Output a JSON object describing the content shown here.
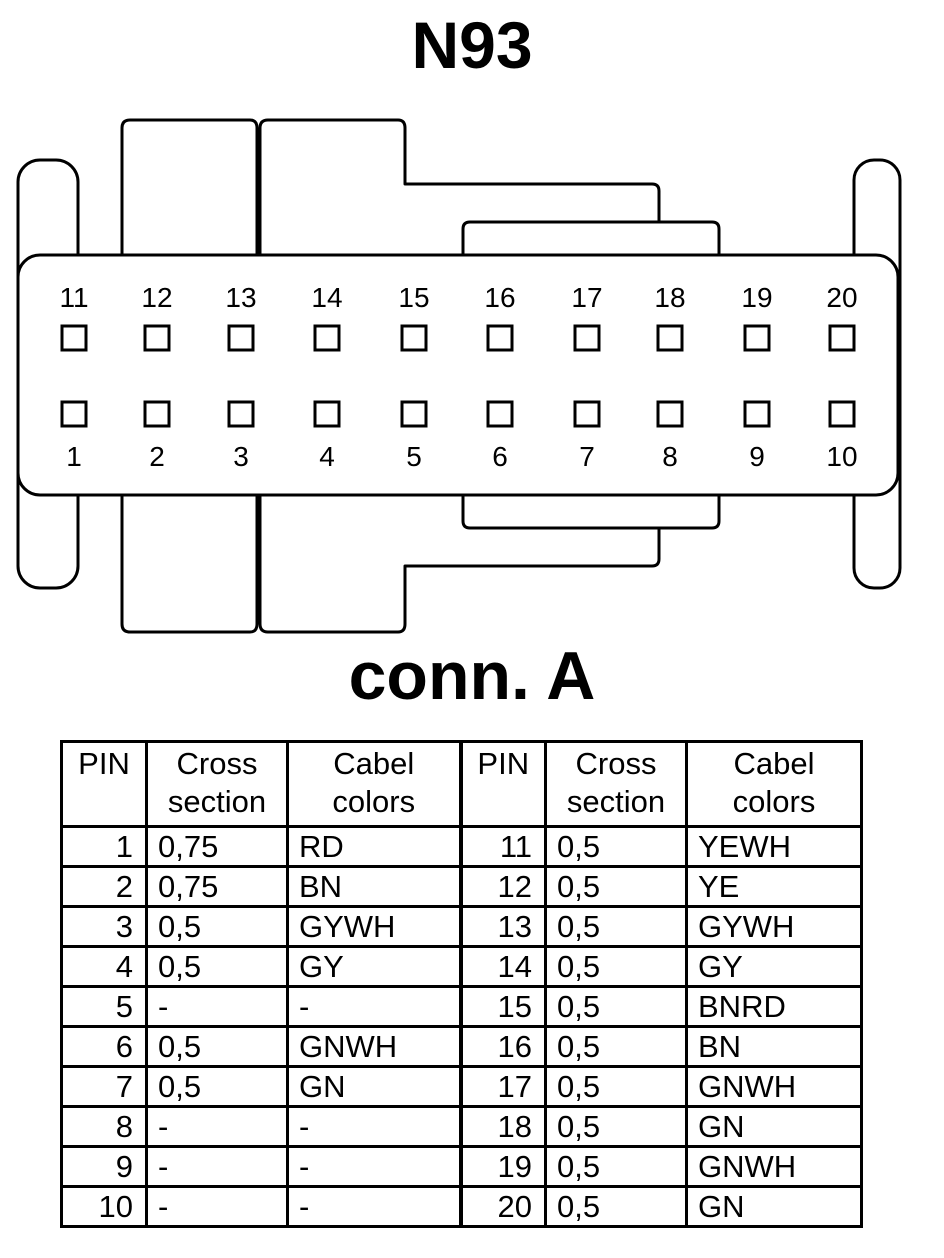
{
  "title": "N93",
  "connector_label": "conn. A",
  "pins_top": [
    "11",
    "12",
    "13",
    "14",
    "15",
    "16",
    "17",
    "18",
    "19",
    "20"
  ],
  "pins_bottom": [
    "1",
    "2",
    "3",
    "4",
    "5",
    "6",
    "7",
    "8",
    "9",
    "10"
  ],
  "table": {
    "headers": {
      "pin": "PIN",
      "cross_line1": "Cross",
      "cross_line2": "section",
      "color_line1": "Cabel",
      "color_line2": "colors"
    },
    "rows": [
      {
        "pin_a": "1",
        "cross_a": "0,75",
        "color_a": "RD",
        "pin_b": "11",
        "cross_b": "0,5",
        "color_b": "YEWH"
      },
      {
        "pin_a": "2",
        "cross_a": "0,75",
        "color_a": "BN",
        "pin_b": "12",
        "cross_b": "0,5",
        "color_b": "YE"
      },
      {
        "pin_a": "3",
        "cross_a": "0,5",
        "color_a": "GYWH",
        "pin_b": "13",
        "cross_b": "0,5",
        "color_b": "GYWH"
      },
      {
        "pin_a": "4",
        "cross_a": "0,5",
        "color_a": "GY",
        "pin_b": "14",
        "cross_b": "0,5",
        "color_b": "GY"
      },
      {
        "pin_a": "5",
        "cross_a": "-",
        "color_a": "-",
        "pin_b": "15",
        "cross_b": "0,5",
        "color_b": "BNRD"
      },
      {
        "pin_a": "6",
        "cross_a": "0,5",
        "color_a": "GNWH",
        "pin_b": "16",
        "cross_b": "0,5",
        "color_b": "BN"
      },
      {
        "pin_a": "7",
        "cross_a": "0,5",
        "color_a": "GN",
        "pin_b": "17",
        "cross_b": "0,5",
        "color_b": "GNWH"
      },
      {
        "pin_a": "8",
        "cross_a": "-",
        "color_a": "-",
        "pin_b": "18",
        "cross_b": "0,5",
        "color_b": "GN"
      },
      {
        "pin_a": "9",
        "cross_a": "-",
        "color_a": "-",
        "pin_b": "19",
        "cross_b": "0,5",
        "color_b": "GNWH"
      },
      {
        "pin_a": "10",
        "cross_a": "-",
        "color_a": "-",
        "pin_b": "20",
        "cross_b": "0,5",
        "color_b": "GN"
      }
    ]
  }
}
